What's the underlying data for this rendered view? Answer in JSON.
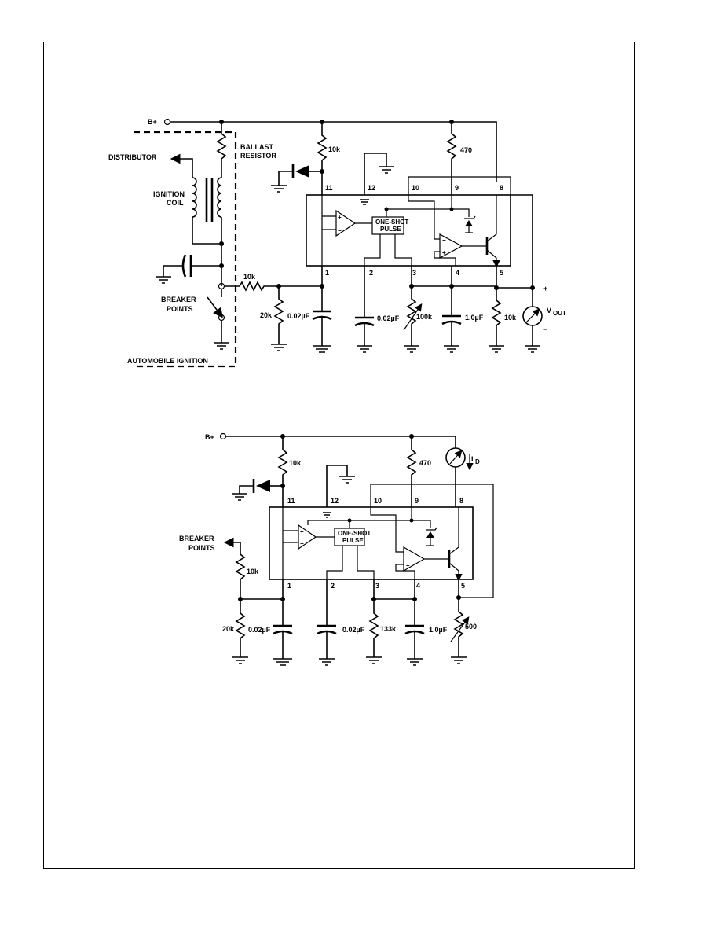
{
  "circuit_a": {
    "supply": "B+",
    "ballast": [
      "BALLAST",
      "RESISTOR"
    ],
    "distributor": "DISTRIBUTOR",
    "coil": [
      "IGNITION",
      "COIL"
    ],
    "breaker": [
      "BREAKER",
      "POINTS"
    ],
    "auto": "AUTOMOBILE IGNITION",
    "r_in": "10k",
    "r_top": "10k",
    "r_470": "470",
    "r_20k": "20k",
    "c1": "0.02µF",
    "c2": "0.02µF",
    "pot": "100k",
    "c4": "1.0µF",
    "r_out": "10k",
    "one_shot": [
      "ONE-SHOT",
      "PULSE"
    ],
    "vout": "V",
    "vout_sub": "OUT",
    "plus": "+",
    "minus": "−",
    "pins": [
      "11",
      "12",
      "10",
      "9",
      "8",
      "1",
      "2",
      "3",
      "4",
      "5"
    ]
  },
  "circuit_b": {
    "supply": "B+",
    "r_top": "10k",
    "r_470": "470",
    "meter_label": "I",
    "meter_sub": "D",
    "breaker": [
      "BREAKER",
      "POINTS"
    ],
    "r_in": "10k",
    "r_20k": "20k",
    "c1": "0.02µF",
    "c2": "0.02µF",
    "r_133": "133k",
    "c4": "1.0µF",
    "pot": "500",
    "one_shot": [
      "ONE-SHOT",
      "PULSE"
    ],
    "pins": [
      "11",
      "12",
      "10",
      "9",
      "8",
      "1",
      "2",
      "3",
      "4",
      "5"
    ]
  }
}
